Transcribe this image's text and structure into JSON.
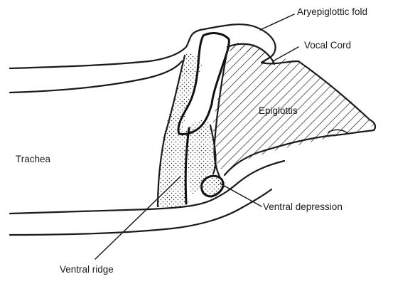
{
  "labels": {
    "aryepiglottic_fold": "Aryepiglottic fold",
    "vocal_cord": "Vocal Cord",
    "epiglottis": "Epiglottis",
    "trachea": "Trachea",
    "ventral_depression": "Ventral depression",
    "ventral_ridge": "Ventral ridge"
  }
}
